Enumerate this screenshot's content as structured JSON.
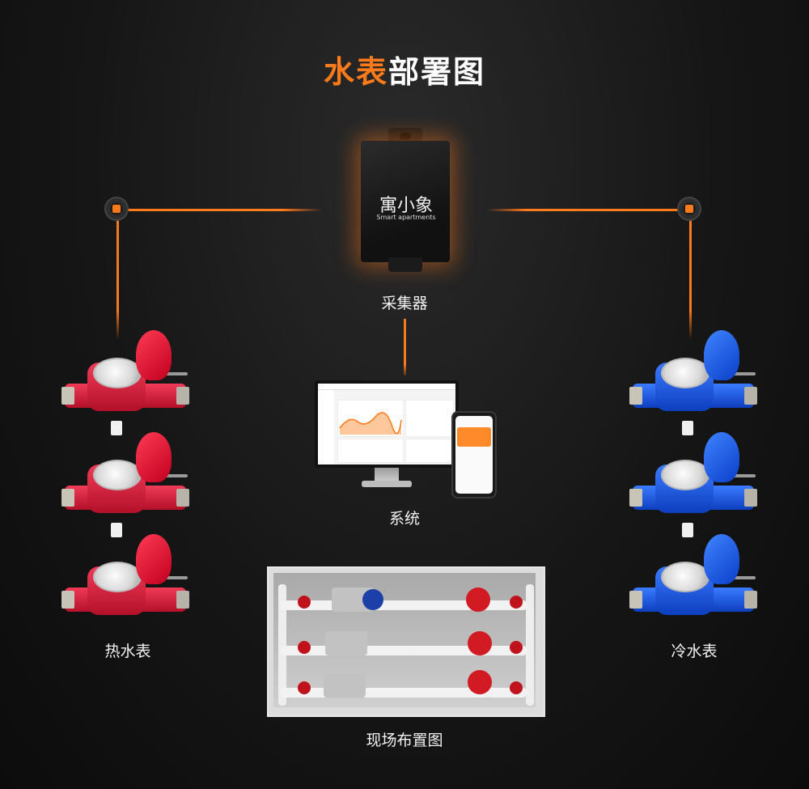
{
  "title": {
    "accent": "水表",
    "rest": "部署图"
  },
  "collector": {
    "label": "采集器",
    "logo_text": "寓小象",
    "logo_sub": "Smart apartments"
  },
  "system": {
    "label": "系统"
  },
  "hot_meters": {
    "label": "热水表"
  },
  "cold_meters": {
    "label": "冷水表"
  },
  "site": {
    "label": "现场布置图"
  },
  "colors": {
    "accent": "#ff7a1a",
    "hot": "#e0213d",
    "cold": "#1f5de0"
  },
  "icons": [
    "water-meter-icon",
    "collector-device-icon",
    "monitor-icon",
    "phone-icon",
    "connector-node-icon"
  ]
}
